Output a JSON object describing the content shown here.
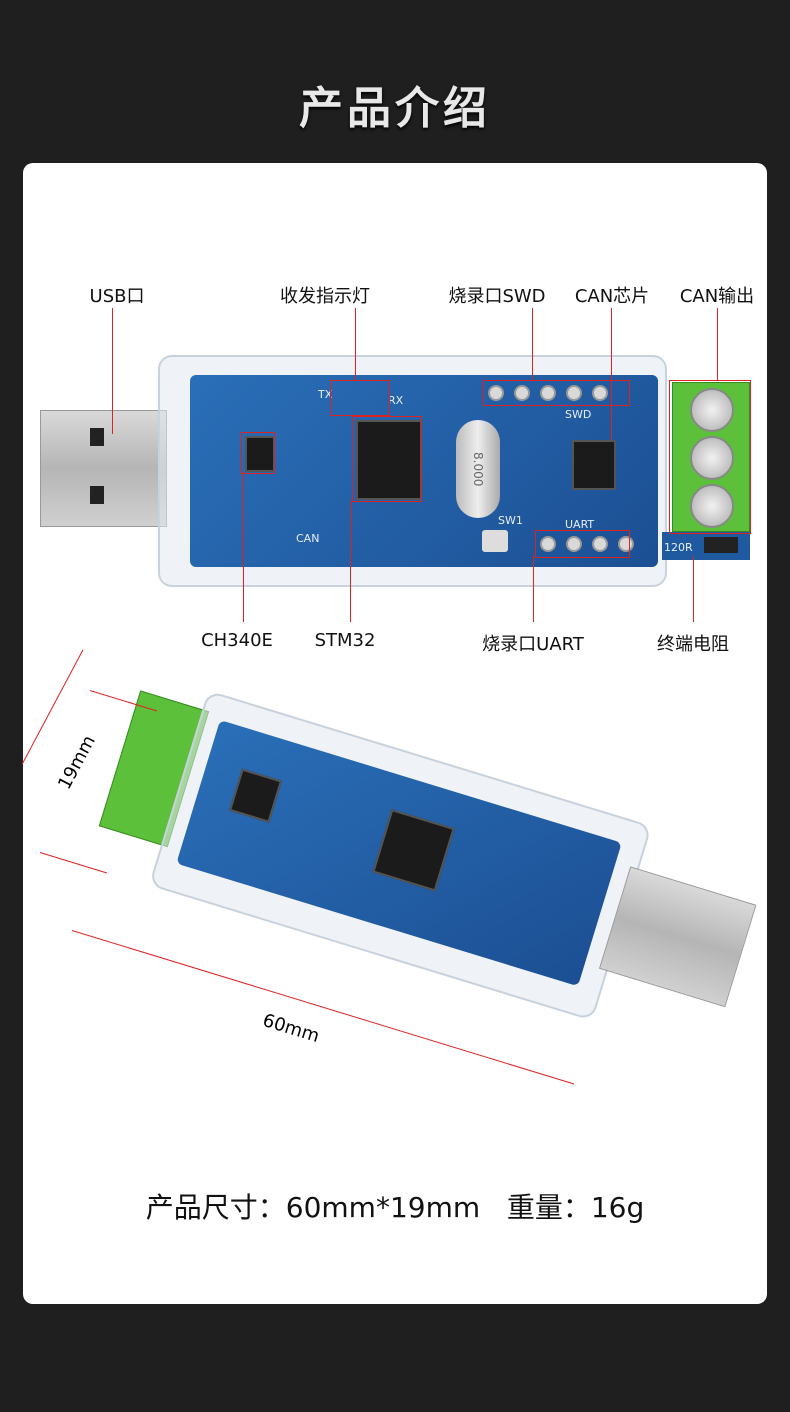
{
  "title": "产品介绍",
  "labels": {
    "usb": "USB口",
    "led": "收发指示灯",
    "swd": "烧录口SWD",
    "can_chip": "CAN芯片",
    "can_out": "CAN输出",
    "ch340": "CH340E",
    "stm32": "STM32",
    "uart": "烧录口UART",
    "term": "终端电阻"
  },
  "silkscreen": {
    "tx": "TX",
    "rx": "RX",
    "swd": "SWD",
    "uart": "UART",
    "sw1": "SW1",
    "can": "CAN",
    "crystal": "8.000",
    "r120": "120R"
  },
  "dimensions": {
    "width": "19mm",
    "length": "60mm"
  },
  "spec": "产品尺寸：60mm*19mm   重量：16g",
  "colors": {
    "accent": "#dd2222",
    "pcb": "#1f5aa0",
    "terminal": "#5cc03a"
  }
}
